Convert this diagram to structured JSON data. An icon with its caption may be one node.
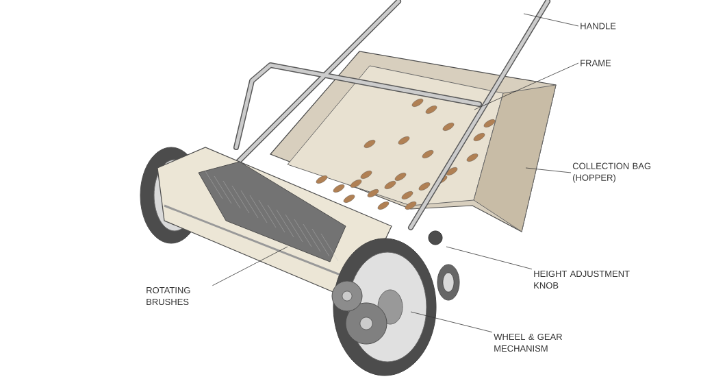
{
  "diagram": {
    "nodes": [
      {
        "text": [
          "HANDLE"
        ]
      },
      {
        "text": [
          "FRAME"
        ]
      },
      {
        "text": [
          "COLLECTION BAG (HOPPER)"
        ]
      },
      {
        "text": [
          "HEIGHT ADJUSTMENT KNOB"
        ]
      },
      {
        "text": [
          "WHEEL & GEAR MECHANISM"
        ]
      },
      {
        "text": [
          "ROTATING BRUSHES"
        ]
      }
    ],
    "edges": [
      {
        "from": 0,
        "to": null,
        "arrow": "none"
      },
      {
        "from": 1,
        "to": null,
        "arrow": "none"
      },
      {
        "from": 2,
        "to": null,
        "arrow": "none"
      },
      {
        "from": 3,
        "to": null,
        "arrow": "none"
      },
      {
        "from": 4,
        "to": null,
        "arrow": "none"
      },
      {
        "from": 5,
        "to": null,
        "arrow": "none"
      }
    ]
  }
}
